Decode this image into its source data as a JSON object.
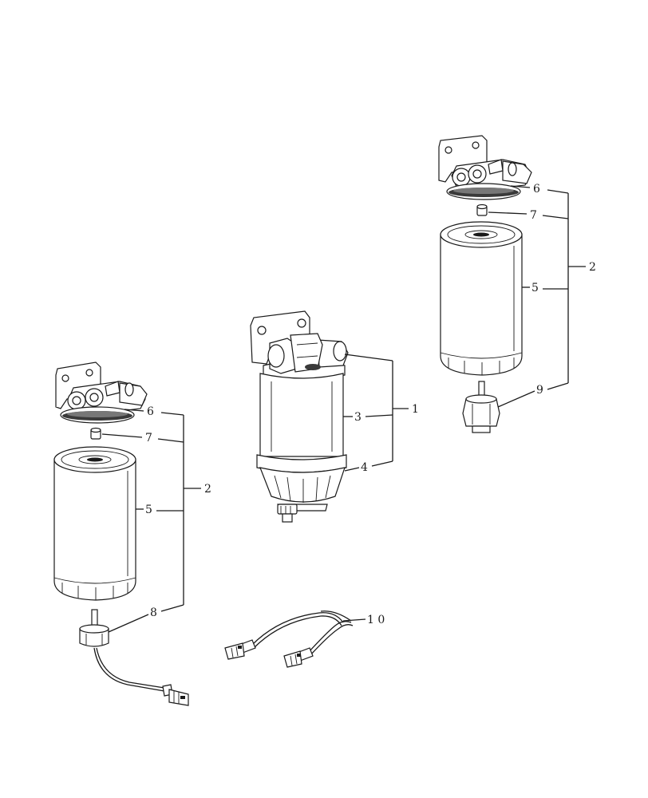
{
  "callouts": {
    "left": {
      "c6": "6",
      "c7": "7",
      "c2": "2",
      "c5": "5",
      "c8": "8"
    },
    "center": {
      "c1": "1",
      "c3": "3",
      "c4": "4"
    },
    "right": {
      "c6": "6",
      "c7": "7",
      "c2": "2",
      "c5": "5",
      "c9": "9"
    },
    "harness": {
      "c10": "1 0"
    }
  }
}
